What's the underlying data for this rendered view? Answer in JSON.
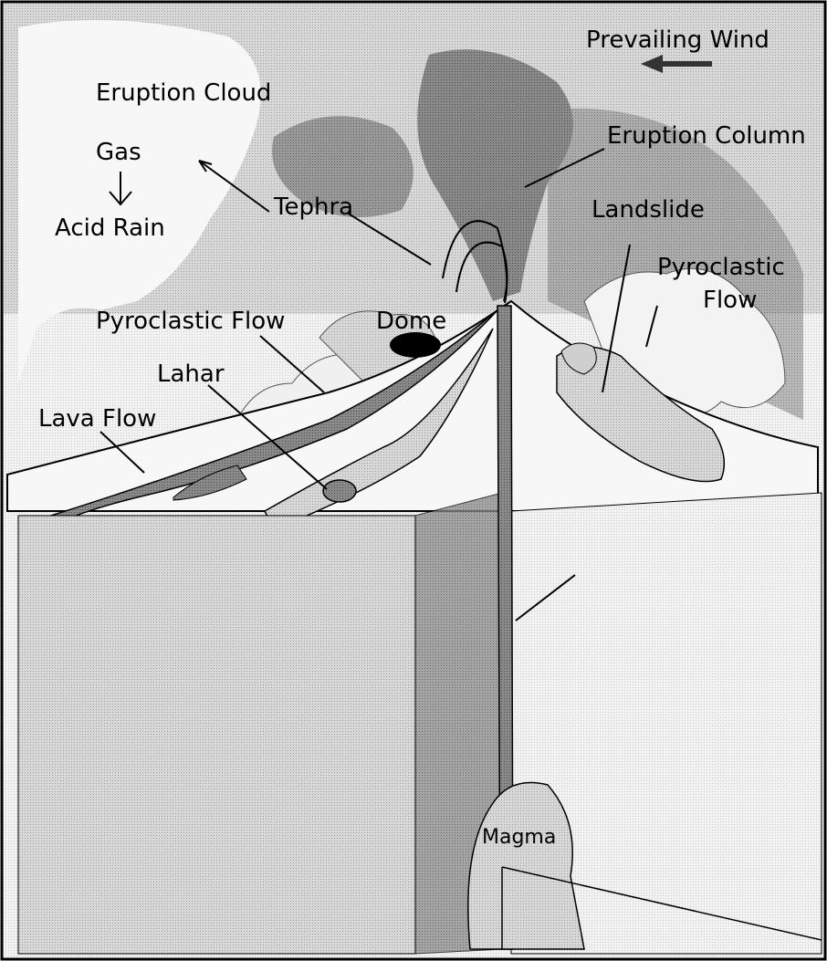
{
  "labels": {
    "prevailing_wind": "Prevailing Wind",
    "eruption_cloud": "Eruption Cloud",
    "gas": "Gas",
    "acid_rain": "Acid Rain",
    "eruption_column": "Eruption Column",
    "tephra": "Tephra",
    "landslide": "Landslide",
    "pyroclastic_flow_right_1": "Pyroclastic",
    "pyroclastic_flow_right_2": "Flow",
    "pyroclastic_flow_left": "Pyroclastic Flow",
    "dome": "Dome",
    "lahar": "Lahar",
    "lava_flow": "Lava Flow",
    "magma": "Magma"
  }
}
